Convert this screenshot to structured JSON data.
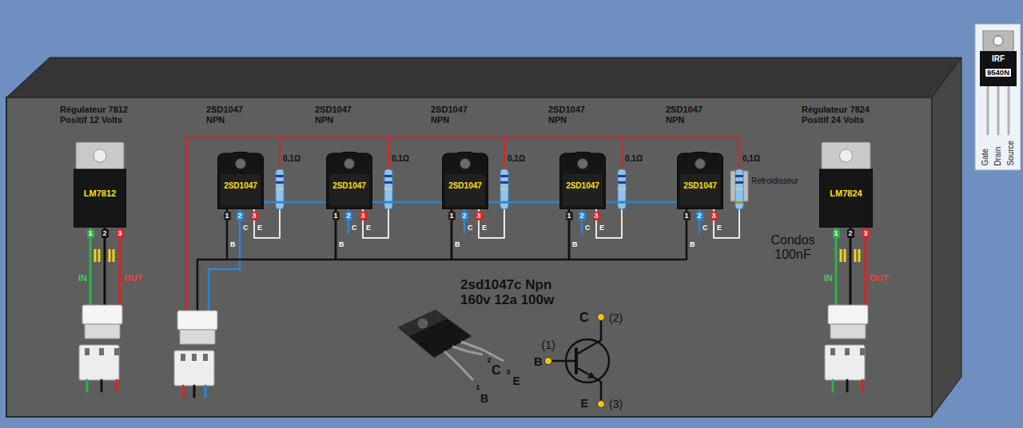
{
  "diagram": {
    "nodes": [
      {
        "text": [
          "LM7812"
        ]
      },
      {
        "text": [
          "2SD1047"
        ]
      },
      {
        "text": [
          "2SD1047"
        ]
      },
      {
        "text": [
          "2SD1047"
        ]
      },
      {
        "text": [
          "2SD1047"
        ]
      },
      {
        "text": [
          "2SD1047"
        ]
      },
      {
        "text": [
          "LM7824"
        ]
      },
      {
        "text": [
          "IRF",
          "9540N"
        ]
      }
    ],
    "edges": [
      {
        "from": 1,
        "to": 2,
        "arrow": "none"
      },
      {
        "from": 2,
        "to": 3,
        "arrow": "none"
      },
      {
        "from": 3,
        "to": 4,
        "arrow": "none"
      },
      {
        "from": 4,
        "to": 5,
        "arrow": "none"
      },
      {
        "from": 1,
        "to": 2,
        "arrow": "none"
      },
      {
        "from": 2,
        "to": 3,
        "arrow": "none"
      },
      {
        "from": 3,
        "to": 4,
        "arrow": "none"
      },
      {
        "from": 4,
        "to": 5,
        "arrow": "none"
      }
    ],
    "labels": [
      "Régulateur 7812 Positif 12 Volts",
      "1",
      "2",
      "3",
      "IN",
      "OUT",
      "2SD1047 NPN",
      "0,1Ω",
      "1",
      "2",
      "3",
      "B",
      "C",
      "E",
      "2SD1047 NPN",
      "0,1Ω",
      "1",
      "2",
      "3",
      "B",
      "C",
      "E",
      "2SD1047 NPN",
      "0,1Ω",
      "1",
      "2",
      "3",
      "B",
      "C",
      "E",
      "2SD1047 NPN",
      "0,1Ω",
      "1",
      "2",
      "3",
      "B",
      "C",
      "E",
      "2SD1047 NPN",
      "0,1Ω",
      "1",
      "2",
      "3",
      "B",
      "C",
      "E",
      "Refroidisseur",
      "Régulateur 7824 Positif 24 Volts",
      "1",
      "2",
      "3",
      "IN",
      "OUT",
      "Condos 100nF",
      "2sd1047c Npn 160v 12a 100w",
      "1",
      "B",
      "2",
      "C",
      "3",
      "E",
      "C",
      "(2)",
      "(1)",
      "B",
      "E",
      "(3)",
      "Gate",
      "Drain",
      "Source"
    ]
  }
}
